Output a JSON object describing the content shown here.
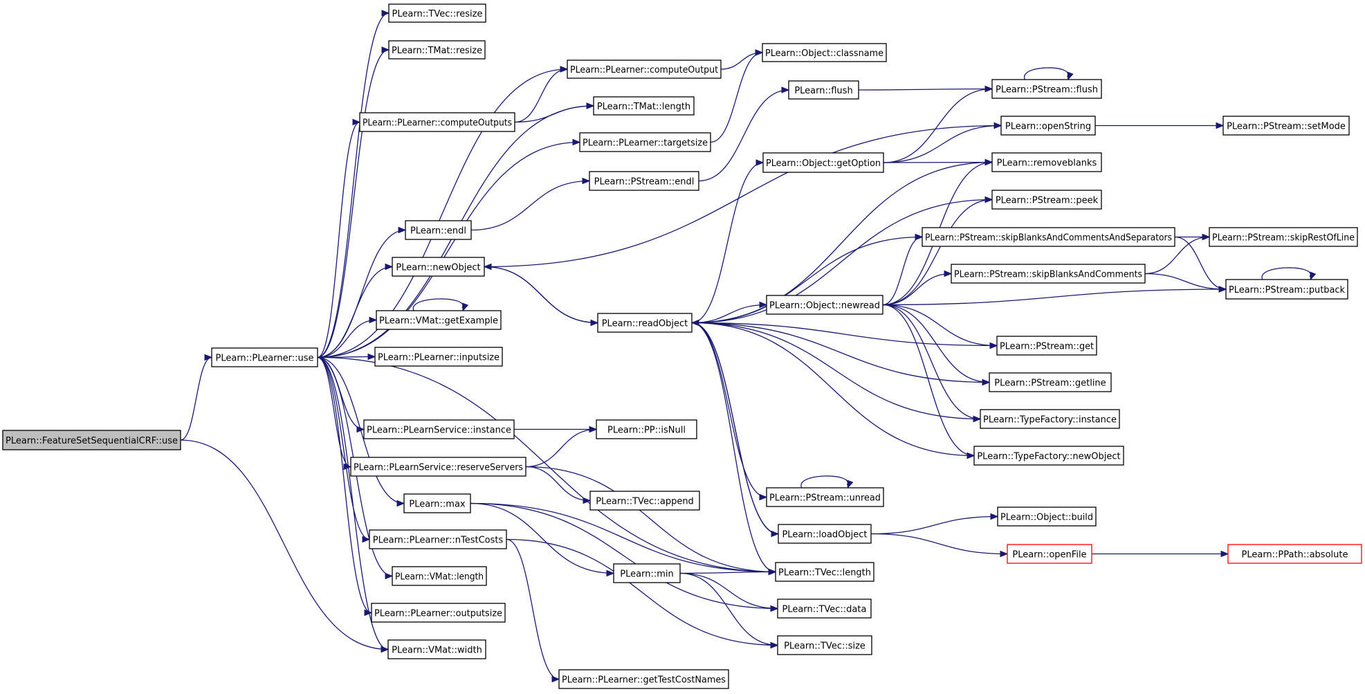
{
  "diagram": {
    "type": "call-graph",
    "edge_color": "#191970",
    "root_fill": "#bfbfbf",
    "missing_doc_border": "#ff0000",
    "nodes": [
      {
        "id": "fsscrf_use",
        "label": "PLearn::FeatureSetSequentialCRF::use",
        "style": "root"
      },
      {
        "id": "pl_use",
        "label": "PLearn::PLearner::use"
      },
      {
        "id": "tvec_resize",
        "label": "PLearn::TVec::resize"
      },
      {
        "id": "tmat_resize",
        "label": "PLearn::TMat::resize"
      },
      {
        "id": "compute_output",
        "label": "PLearn::PLearner::computeOutput"
      },
      {
        "id": "compute_outputs",
        "label": "PLearn::PLearner::computeOutputs"
      },
      {
        "id": "tmat_length",
        "label": "PLearn::TMat::length"
      },
      {
        "id": "targetsize",
        "label": "PLearn::PLearner::targetsize"
      },
      {
        "id": "obj_classname",
        "label": "PLearn::Object::classname"
      },
      {
        "id": "flush",
        "label": "PLearn::flush"
      },
      {
        "id": "ps_flush",
        "label": "PLearn::PStream::flush"
      },
      {
        "id": "open_string",
        "label": "PLearn::openString"
      },
      {
        "id": "ps_setmode",
        "label": "PLearn::PStream::setMode"
      },
      {
        "id": "obj_getoption",
        "label": "PLearn::Object::getOption"
      },
      {
        "id": "removeblanks",
        "label": "PLearn::removeblanks"
      },
      {
        "id": "ps_endl",
        "label": "PLearn::PStream::endl"
      },
      {
        "id": "endl",
        "label": "PLearn::endl"
      },
      {
        "id": "ps_peek",
        "label": "PLearn::PStream::peek"
      },
      {
        "id": "ps_skipbcs",
        "label": "PLearn::PStream::skipBlanksAndCommentsAndSeparators"
      },
      {
        "id": "ps_skiprest",
        "label": "PLearn::PStream::skipRestOfLine"
      },
      {
        "id": "new_object",
        "label": "PLearn::newObject"
      },
      {
        "id": "ps_skipbc",
        "label": "PLearn::PStream::skipBlanksAndComments"
      },
      {
        "id": "ps_putback",
        "label": "PLearn::PStream::putback"
      },
      {
        "id": "obj_newread",
        "label": "PLearn::Object::newread"
      },
      {
        "id": "vmat_getexample",
        "label": "PLearn::VMat::getExample"
      },
      {
        "id": "read_object",
        "label": "PLearn::readObject"
      },
      {
        "id": "ps_get",
        "label": "PLearn::PStream::get"
      },
      {
        "id": "inputsize",
        "label": "PLearn::PLearner::inputsize"
      },
      {
        "id": "ps_getline",
        "label": "PLearn::PStream::getline"
      },
      {
        "id": "tf_instance",
        "label": "PLearn::TypeFactory::instance"
      },
      {
        "id": "pls_instance",
        "label": "PLearn::PLearnService::instance"
      },
      {
        "id": "pp_isnull",
        "label": "PLearn::PP::isNull"
      },
      {
        "id": "tf_newobject",
        "label": "PLearn::TypeFactory::newObject"
      },
      {
        "id": "reserve_servers",
        "label": "PLearn::PLearnService::reserveServers"
      },
      {
        "id": "ps_unread",
        "label": "PLearn::PStream::unread"
      },
      {
        "id": "max",
        "label": "PLearn::max"
      },
      {
        "id": "tvec_append",
        "label": "PLearn::TVec::append"
      },
      {
        "id": "obj_build",
        "label": "PLearn::Object::build"
      },
      {
        "id": "load_object",
        "label": "PLearn::loadObject"
      },
      {
        "id": "ntestcosts",
        "label": "PLearn::PLearner::nTestCosts"
      },
      {
        "id": "open_file",
        "label": "PLearn::openFile",
        "style": "red"
      },
      {
        "id": "ppath_absolute",
        "label": "PLearn::PPath::absolute",
        "style": "red"
      },
      {
        "id": "min",
        "label": "PLearn::min"
      },
      {
        "id": "tvec_length",
        "label": "PLearn::TVec::length"
      },
      {
        "id": "vmat_length",
        "label": "PLearn::VMat::length"
      },
      {
        "id": "tvec_data",
        "label": "PLearn::TVec::data"
      },
      {
        "id": "outputsize",
        "label": "PLearn::PLearner::outputsize"
      },
      {
        "id": "tvec_size",
        "label": "PLearn::TVec::size"
      },
      {
        "id": "vmat_width",
        "label": "PLearn::VMat::width"
      },
      {
        "id": "gettestcostnames",
        "label": "PLearn::PLearner::getTestCostNames"
      }
    ],
    "edges": [
      [
        "fsscrf_use",
        "pl_use"
      ],
      [
        "fsscrf_use",
        "vmat_width"
      ],
      [
        "pl_use",
        "tvec_resize"
      ],
      [
        "pl_use",
        "tmat_resize"
      ],
      [
        "pl_use",
        "compute_output"
      ],
      [
        "pl_use",
        "compute_outputs"
      ],
      [
        "pl_use",
        "tmat_length"
      ],
      [
        "pl_use",
        "targetsize"
      ],
      [
        "pl_use",
        "endl"
      ],
      [
        "pl_use",
        "new_object"
      ],
      [
        "pl_use",
        "vmat_getexample"
      ],
      [
        "pl_use",
        "inputsize"
      ],
      [
        "pl_use",
        "pls_instance"
      ],
      [
        "pl_use",
        "reserve_servers"
      ],
      [
        "pl_use",
        "max"
      ],
      [
        "pl_use",
        "ntestcosts"
      ],
      [
        "pl_use",
        "vmat_length"
      ],
      [
        "pl_use",
        "outputsize"
      ],
      [
        "pl_use",
        "vmat_width"
      ],
      [
        "pl_use",
        "tvec_length"
      ],
      [
        "compute_output",
        "obj_classname"
      ],
      [
        "compute_outputs",
        "compute_output"
      ],
      [
        "compute_outputs",
        "tmat_length"
      ],
      [
        "targetsize",
        "obj_classname"
      ],
      [
        "endl",
        "ps_endl"
      ],
      [
        "ps_endl",
        "flush"
      ],
      [
        "flush",
        "ps_flush"
      ],
      [
        "ps_flush",
        "ps_flush"
      ],
      [
        "open_string",
        "ps_setmode"
      ],
      [
        "new_object",
        "read_object"
      ],
      [
        "new_object",
        "open_string"
      ],
      [
        "read_object",
        "new_object"
      ],
      [
        "read_object",
        "obj_getoption"
      ],
      [
        "read_object",
        "removeblanks"
      ],
      [
        "read_object",
        "ps_peek"
      ],
      [
        "read_object",
        "ps_skipbcs"
      ],
      [
        "read_object",
        "obj_newread"
      ],
      [
        "read_object",
        "ps_get"
      ],
      [
        "read_object",
        "ps_getline"
      ],
      [
        "read_object",
        "tf_instance"
      ],
      [
        "read_object",
        "tf_newobject"
      ],
      [
        "read_object",
        "ps_unread"
      ],
      [
        "read_object",
        "load_object"
      ],
      [
        "read_object",
        "tvec_length"
      ],
      [
        "obj_getoption",
        "ps_flush"
      ],
      [
        "obj_getoption",
        "open_string"
      ],
      [
        "obj_getoption",
        "removeblanks"
      ],
      [
        "obj_newread",
        "removeblanks"
      ],
      [
        "obj_newread",
        "ps_peek"
      ],
      [
        "obj_newread",
        "ps_skipbcs"
      ],
      [
        "obj_newread",
        "ps_skipbc"
      ],
      [
        "obj_newread",
        "ps_putback"
      ],
      [
        "obj_newread",
        "ps_get"
      ],
      [
        "obj_newread",
        "ps_getline"
      ],
      [
        "obj_newread",
        "tf_instance"
      ],
      [
        "obj_newread",
        "tf_newobject"
      ],
      [
        "ps_skipbcs",
        "ps_skiprest"
      ],
      [
        "ps_skipbcs",
        "ps_putback"
      ],
      [
        "ps_skipbc",
        "ps_skiprest"
      ],
      [
        "ps_skipbc",
        "ps_putback"
      ],
      [
        "ps_putback",
        "ps_putback"
      ],
      [
        "ps_unread",
        "ps_unread"
      ],
      [
        "load_object",
        "read_object"
      ],
      [
        "load_object",
        "obj_build"
      ],
      [
        "load_object",
        "open_file"
      ],
      [
        "open_file",
        "ppath_absolute"
      ],
      [
        "vmat_getexample",
        "vmat_getexample"
      ],
      [
        "pls_instance",
        "pp_isnull"
      ],
      [
        "reserve_servers",
        "pp_isnull"
      ],
      [
        "reserve_servers",
        "tvec_append"
      ],
      [
        "reserve_servers",
        "tvec_length"
      ],
      [
        "max",
        "min"
      ],
      [
        "max",
        "tvec_length"
      ],
      [
        "max",
        "tvec_data"
      ],
      [
        "min",
        "tvec_length"
      ],
      [
        "min",
        "tvec_data"
      ],
      [
        "min",
        "tvec_size"
      ],
      [
        "ntestcosts",
        "gettestcostnames"
      ],
      [
        "ntestcosts",
        "tvec_size"
      ]
    ]
  }
}
